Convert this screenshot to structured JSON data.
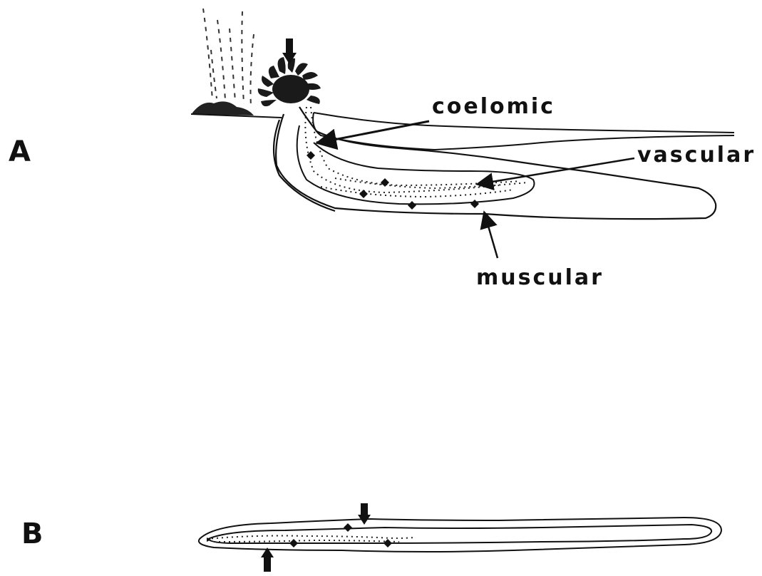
{
  "panels": {
    "a": {
      "letter": "A"
    },
    "b": {
      "letter": "B"
    }
  },
  "labels": {
    "coelomic": "coelomic",
    "vascular": "vascular",
    "muscular": "muscular"
  },
  "colors": {
    "ink": "#111111",
    "background": "#ffffff"
  }
}
